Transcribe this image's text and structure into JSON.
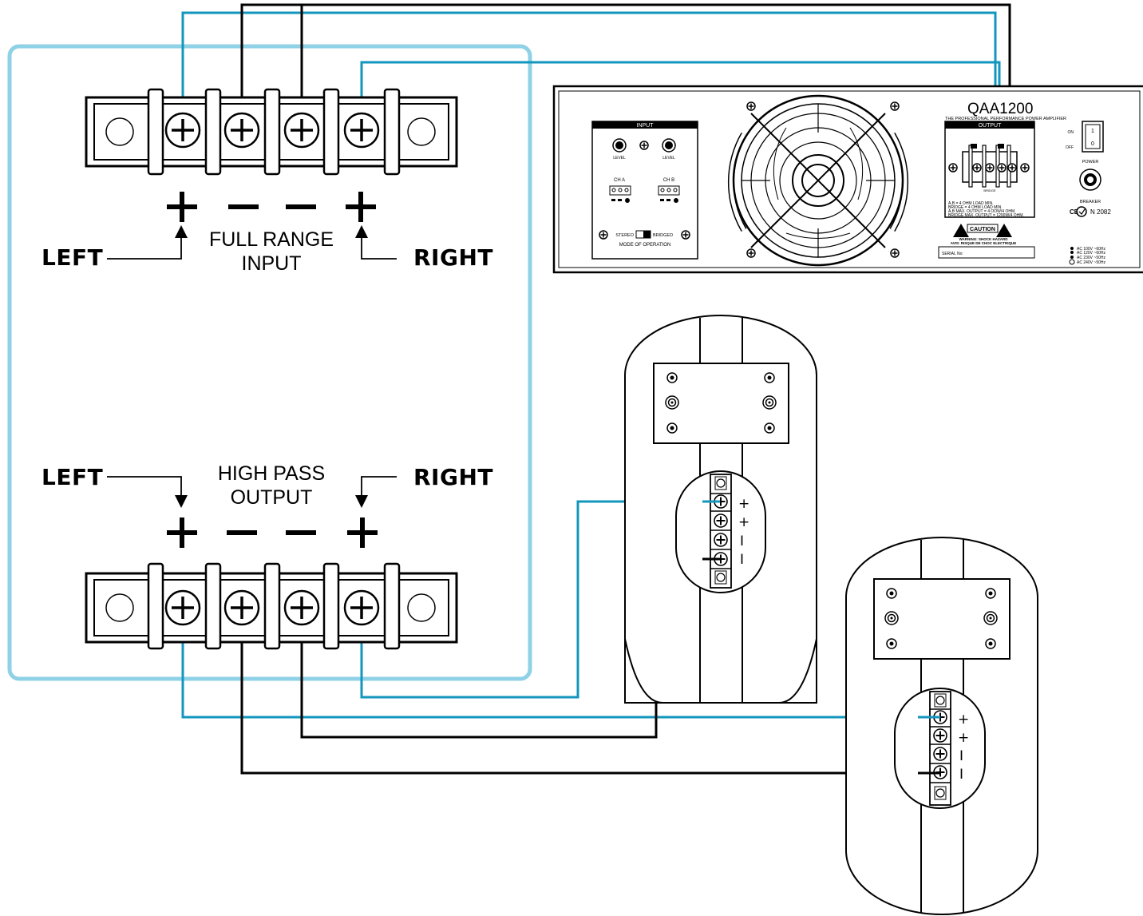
{
  "colors": {
    "wire_blue": "#1396bd",
    "wire_black": "#000000",
    "panel_outline": "#8fd1e6"
  },
  "crossover": {
    "input": {
      "left_label": "LEFT",
      "right_label": "RIGHT",
      "title_line1": "FULL RANGE",
      "title_line2": "INPUT"
    },
    "output": {
      "left_label": "LEFT",
      "right_label": "RIGHT",
      "title_line1": "HIGH PASS",
      "title_line2": "OUTPUT"
    }
  },
  "amplifier": {
    "model": "QAA1200",
    "subtitle": "THE PROFESSIONAL PERFORMANCE POWER AMPLIFIER",
    "input_header": "INPUT",
    "output_header": "OUTPUT",
    "level_label": "LEVEL",
    "ch_a": "CH A",
    "ch_b": "CH B",
    "stereo": "STEREO",
    "bridged": "BRIDGED",
    "mode": "MODE OF OPERATION",
    "bridge": "BRIDGE",
    "spec1": "A,B = 4 OHM LOAD MIN.",
    "spec2": "BRIDGE = 4 OHM LOAD MIN.",
    "spec3": "A,B MAX. OUTPUT = 4 OOW/4 OHM.",
    "spec4": "BRIDGE MAX. OUTPUT = 1200W/4 OHM.",
    "caution": "CAUTION",
    "warning1": "WARNING: SHOCK HAZARD",
    "warning2": "AVIS: RISQUE DE CHOC ELECTRIQUE",
    "serial": "SERIAL No:",
    "switch_on": "ON",
    "switch_off": "OFF",
    "switch_1": "1",
    "switch_0": "0",
    "power": "POWER",
    "breaker": "BREAKER",
    "cert": "N 2082",
    "ac1": "AC 100V ~60Hz",
    "ac2": "AC 120V ~60Hz",
    "ac3": "AC 230V ~50Hz",
    "ac4": "AC 240V ~50Hz"
  },
  "speakers": {
    "terminal_signs": [
      "+",
      "+",
      "I",
      "I"
    ]
  }
}
